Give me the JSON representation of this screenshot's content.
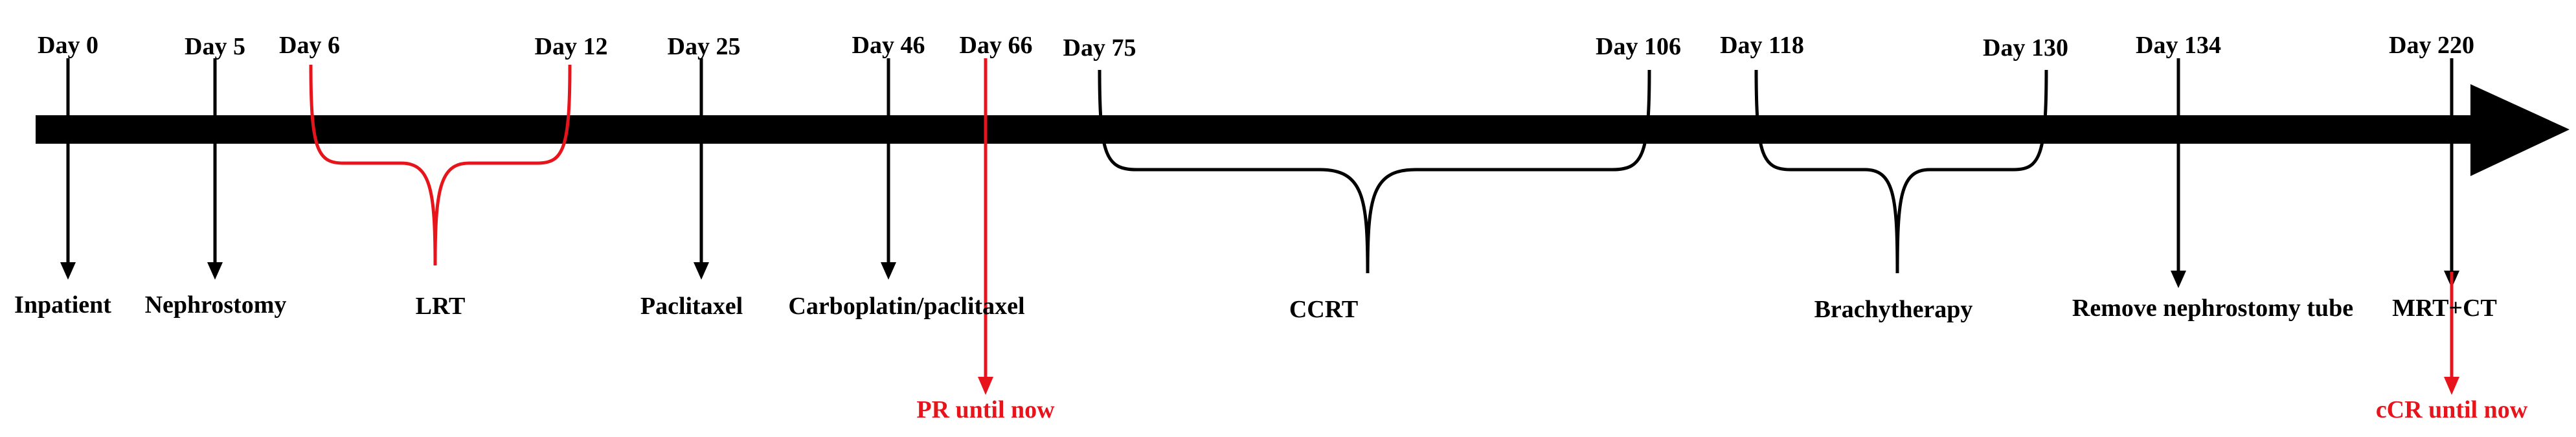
{
  "colors": {
    "main": "#000000",
    "accent": "#e8141b"
  },
  "days": {
    "d0": "Day 0",
    "d5": "Day 5",
    "d6": "Day 6",
    "d12": "Day 12",
    "d25": "Day 25",
    "d46": "Day 46",
    "d66": "Day 66",
    "d75": "Day 75",
    "d106": "Day 106",
    "d118": "Day 118",
    "d130": "Day 130",
    "d134": "Day 134",
    "d220": "Day 220"
  },
  "events": {
    "inpatient": "Inpatient",
    "nephrostomy": "Nephrostomy",
    "lrt": "LRT",
    "paclitaxel": "Paclitaxel",
    "carbo": "Carboplatin/paclitaxel",
    "ccrt": "CCRT",
    "brachy": "Brachytherapy",
    "remove": "Remove nephrostomy tube",
    "mrtct": "MRT+CT"
  },
  "outcomes": {
    "pr": "PR until now",
    "ccr": "cCR until now"
  }
}
